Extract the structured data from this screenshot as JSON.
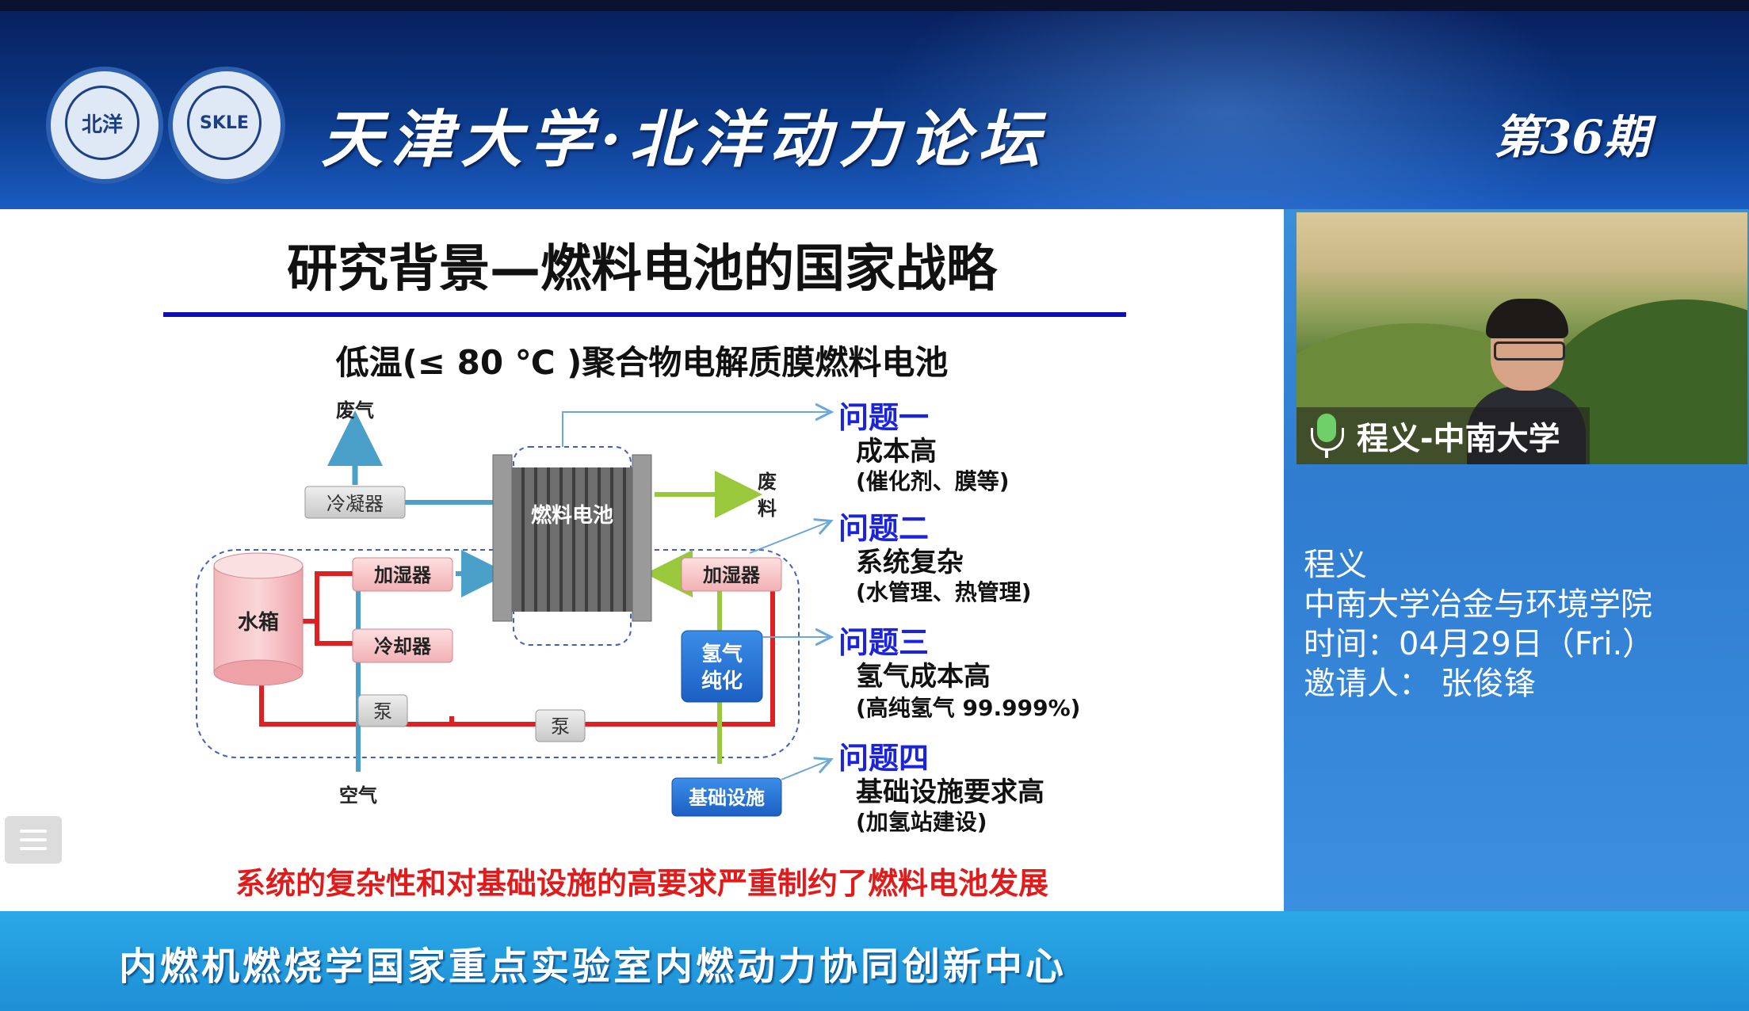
{
  "header": {
    "logo1_text": "北洋",
    "logo2_text": "SKLE",
    "title": "天津大学·北洋动力论坛",
    "issue": "第36期"
  },
  "slide": {
    "title": "研究背景—燃料电池的国家战略",
    "subtitle": "低温(≤ 80 ℃ )聚合物电解质膜燃料电池",
    "diagram": {
      "exhaust": "废气",
      "condenser": "冷凝器",
      "fuel_cell": "燃料电池",
      "waste_1": "废",
      "waste_2": "料",
      "humidifier_left": "加湿器",
      "humidifier_right": "加湿器",
      "water_tank": "水箱",
      "cooler": "冷却器",
      "pump1": "泵",
      "pump2": "泵",
      "hydrogen_purify_1": "氢气",
      "hydrogen_purify_2": "纯化",
      "air": "空气",
      "infrastructure": "基础设施"
    },
    "issues": [
      {
        "head": "问题一",
        "main": "成本高",
        "sub": "(催化剂、膜等)"
      },
      {
        "head": "问题二",
        "main": "系统复杂",
        "sub": "(水管理、热管理)"
      },
      {
        "head": "问题三",
        "main": "氢气成本高",
        "sub": "(高纯氢气 99.999%)"
      },
      {
        "head": "问题四",
        "main": "基础设施要求高",
        "sub": "(加氢站建设)"
      }
    ],
    "conclusion": "系统的复杂性和对基础设施的高要求严重制约了燃料电池发展"
  },
  "video": {
    "name_label": "程义-中南大学"
  },
  "info": {
    "line1": "程义",
    "line2": "中南大学冶金与环境学院",
    "line3": "时间：04月29日（Fri.）",
    "line4": "邀请人： 张俊锋"
  },
  "footer": {
    "text": "内燃机燃烧学国家重点实验室内燃动力协同创新中心"
  },
  "colors": {
    "header_bg": "#0c3b8c",
    "side_bg": "#2f7cd0",
    "footer_bg": "#1e8fd6",
    "issue_blue": "#1a24e0",
    "conclusion_red": "#e01b1b",
    "pipe_red": "#e02020",
    "pipe_green": "#9ac83c",
    "pipe_blue": "#4aa0c8"
  }
}
